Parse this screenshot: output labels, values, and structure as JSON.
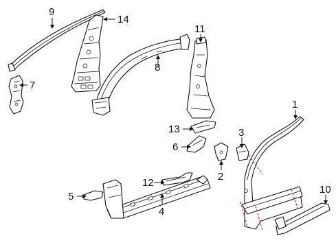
{
  "diagram": {
    "callouts": [
      "1",
      "2",
      "3",
      "4",
      "5",
      "6",
      "7",
      "8",
      "9",
      "10",
      "11",
      "12",
      "13",
      "14"
    ],
    "colors": {
      "line": "#111111",
      "cut_marks": "#e32626",
      "background": "#ffffff"
    }
  }
}
